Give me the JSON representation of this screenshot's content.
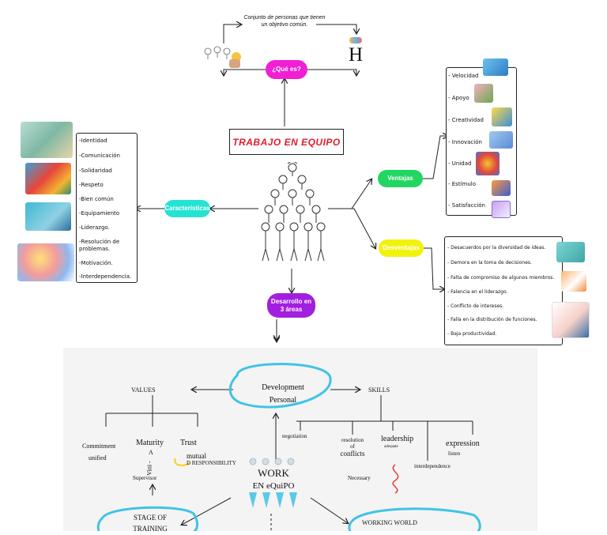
{
  "title": "TRABAJO EN EQUIPO",
  "que_es": {
    "label": "¿Qué es?",
    "definition_line1": "Conjunto de personas que tienen",
    "definition_line2": "un objetivo común.",
    "letter": "H",
    "color": "#f01fd4"
  },
  "caracteristicas": {
    "label": "Características",
    "color": "#25e3d2",
    "items": [
      "-Identidad",
      "-Comunicación",
      "-Solidaridad",
      "-Respeto",
      "-Bien común",
      "-Equipamiento",
      "-Liderazgo.",
      "-Resolución de",
      "problemas.",
      "-Motivación.",
      "-Interdependencia."
    ]
  },
  "ventajas": {
    "label": "Ventajas",
    "color": "#22d662",
    "items": [
      "- Velocidad",
      "- Apoyo",
      "- Creatividad",
      "- Innovación",
      "- Unidad",
      "- Estímulo",
      "- Satisfacción"
    ]
  },
  "desventajas": {
    "label": "Desventajas",
    "color": "#f2f20f",
    "items": [
      "- Desacuerdos por la diversidad de ideas.",
      "- Demora en la toma de decisiones.",
      "- Falta de compromiso de algunos miembros.",
      "- Falencia en el liderazgo.",
      "- Conflicto de intereses.",
      "- Falla en la distribución de funciones.",
      "- Baja productividad."
    ]
  },
  "desarrollo": {
    "label_line1": "Desarrollo en",
    "label_line2": "3 áreas",
    "color": "#a21fe0"
  },
  "lower": {
    "center_line1": "WORK",
    "center_line2": "EN eQuiPO",
    "dev_line1": "Development",
    "dev_line2": "Personal",
    "values": "VALUES",
    "skills": "SKILLS",
    "commitment": "Commitment",
    "unified": "unified",
    "maturity": "Maturity",
    "trust": "Trust",
    "mutual": "mutual",
    "responsibility": "D RESPONSIBILITY",
    "vini_a": "A",
    "vini": "Vini -",
    "supervisor": "Supervisor",
    "negotiation": "negotiation",
    "resolution_line1": "resolution",
    "resolution_line2": "of",
    "resolution_line3": "conflicts",
    "leadership": "leadership",
    "adequate": "adequate",
    "expression": "expression",
    "listen": "listen",
    "interdependence": "interdependence",
    "necessary": "Necessary",
    "stage_line1": "STAGE OF",
    "stage_line2": "TRAINING",
    "working_world": "WORKING WORLD",
    "accent_blue": "#3fc3e6"
  }
}
